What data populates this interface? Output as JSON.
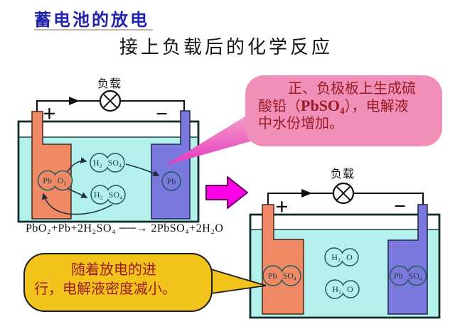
{
  "slide": {
    "title": "蓄电池的放电",
    "subtitle": "接上负载后的化学反应"
  },
  "left_diagram": {
    "load_label": "负载",
    "positive_sign": "+",
    "negative_sign": "−",
    "molecules": {
      "positive_plate": "Pb O₂",
      "acid_upper": "H₂ SO₄",
      "acid_lower": "H₂ SO₄",
      "negative_plate": "Pb"
    },
    "equation": "PbO₂+Pb+2H₂SO₄ ──→ 2PbSO₄+2H₂O"
  },
  "right_diagram": {
    "load_label": "负载",
    "positive_sign": "+",
    "negative_sign": "−",
    "molecules": {
      "positive_plate": "Pb SO₄",
      "water_upper": "H₂ O",
      "water_lower": "H₂ O",
      "negative_plate": "Pb SO₄"
    }
  },
  "callouts": {
    "pink_before": "正、负极板上生成硫\n酸铅（",
    "pink_formula": "PbSO₄",
    "pink_after": "），电解液\n中水份增加。",
    "yellow_text": "随着放电的进\n行，电解液密度减小。"
  },
  "colors": {
    "title_blue": "#2222AE",
    "callout_text_red": "#9A1B26",
    "pink_callout_bg": "#F090B8",
    "yellow_callout_bg": "#F2C31B",
    "magenta_arrow": "#FF00E6",
    "positive_plate_fill": "#F08A66",
    "negative_plate_fill": "#7B78DE",
    "electrolyte_fill": "#B4F0EC"
  }
}
